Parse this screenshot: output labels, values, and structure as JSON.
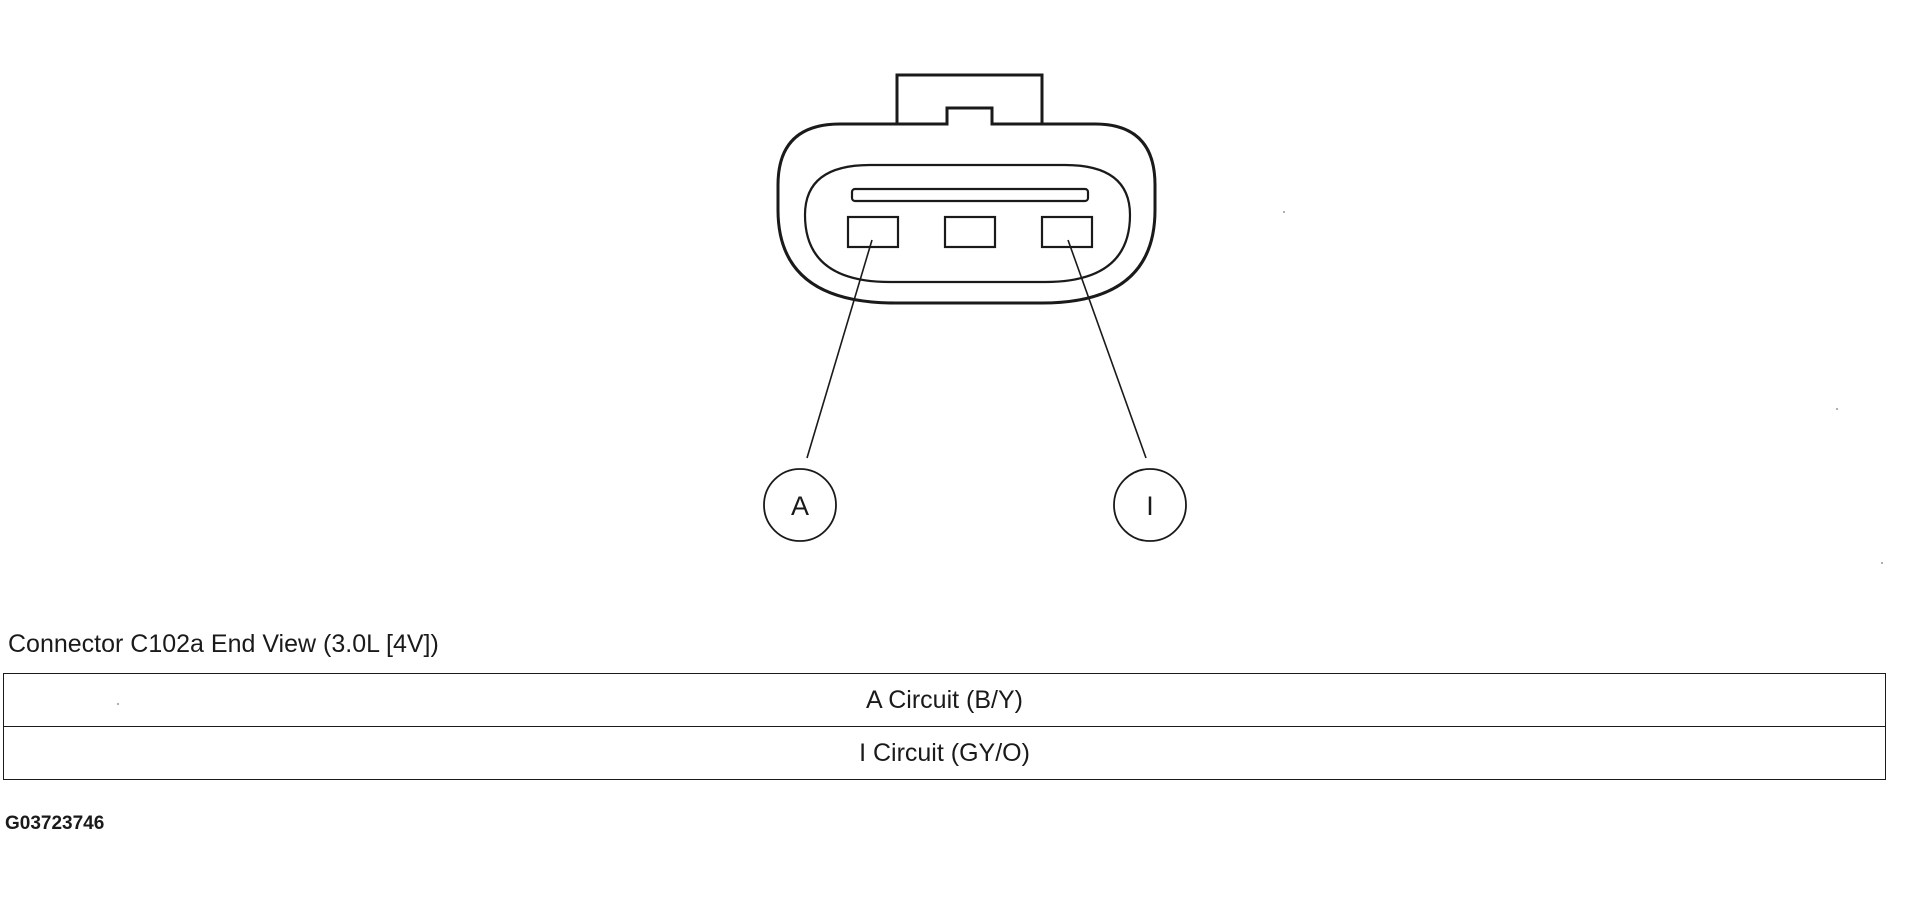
{
  "diagram": {
    "pin_labels": [
      "A",
      "I"
    ],
    "caption": "Connector C102a End View (3.0L [4V])",
    "circuits": [
      {
        "text": "A Circuit (B/Y)"
      },
      {
        "text": "I Circuit (GY/O)"
      }
    ],
    "figure_id": "G03723746"
  }
}
